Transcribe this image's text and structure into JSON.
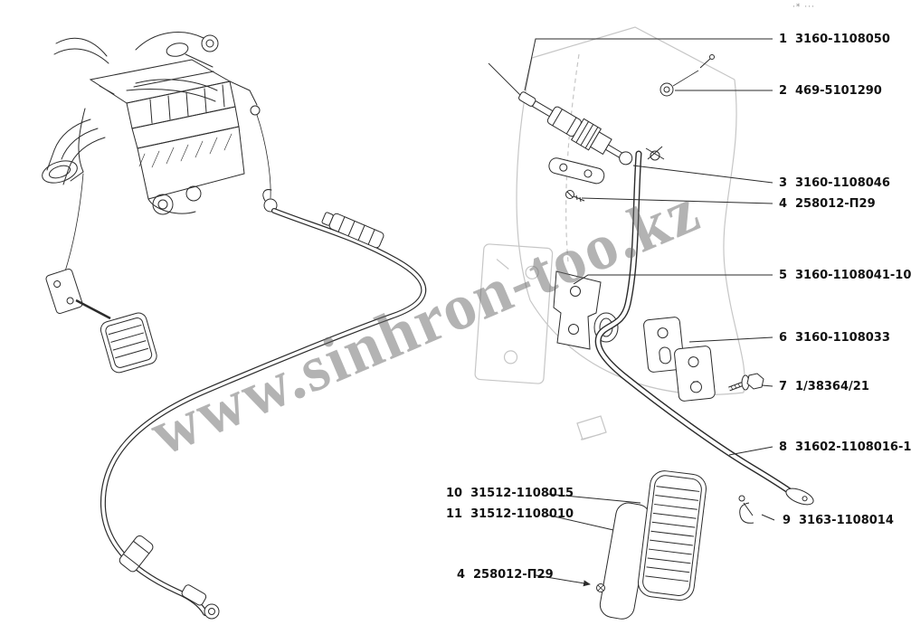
{
  "watermark": {
    "text": "www.sinhron-too.kz",
    "mark": "·* ···"
  },
  "callouts": [
    {
      "num": "1",
      "part": "3160-1108050"
    },
    {
      "num": "2",
      "part": "469-5101290"
    },
    {
      "num": "3",
      "part": "3160-1108046"
    },
    {
      "num": "4",
      "part": "258012-П29"
    },
    {
      "num": "5",
      "part": "3160-1108041-10"
    },
    {
      "num": "6",
      "part": "3160-1108033"
    },
    {
      "num": "7",
      "part": "1/38364/21"
    },
    {
      "num": "8",
      "part": "31602-1108016-1"
    },
    {
      "num": "9",
      "part": "3163-1108014"
    },
    {
      "num": "10",
      "part": "31512-1108015"
    },
    {
      "num": "11",
      "part": "31512-1108010"
    },
    {
      "num": "4",
      "part": "258012-П29"
    }
  ],
  "colors": {
    "line": "#2b2b2b",
    "panel": "#c6c6c6",
    "watermark": "#9a9a9a"
  }
}
